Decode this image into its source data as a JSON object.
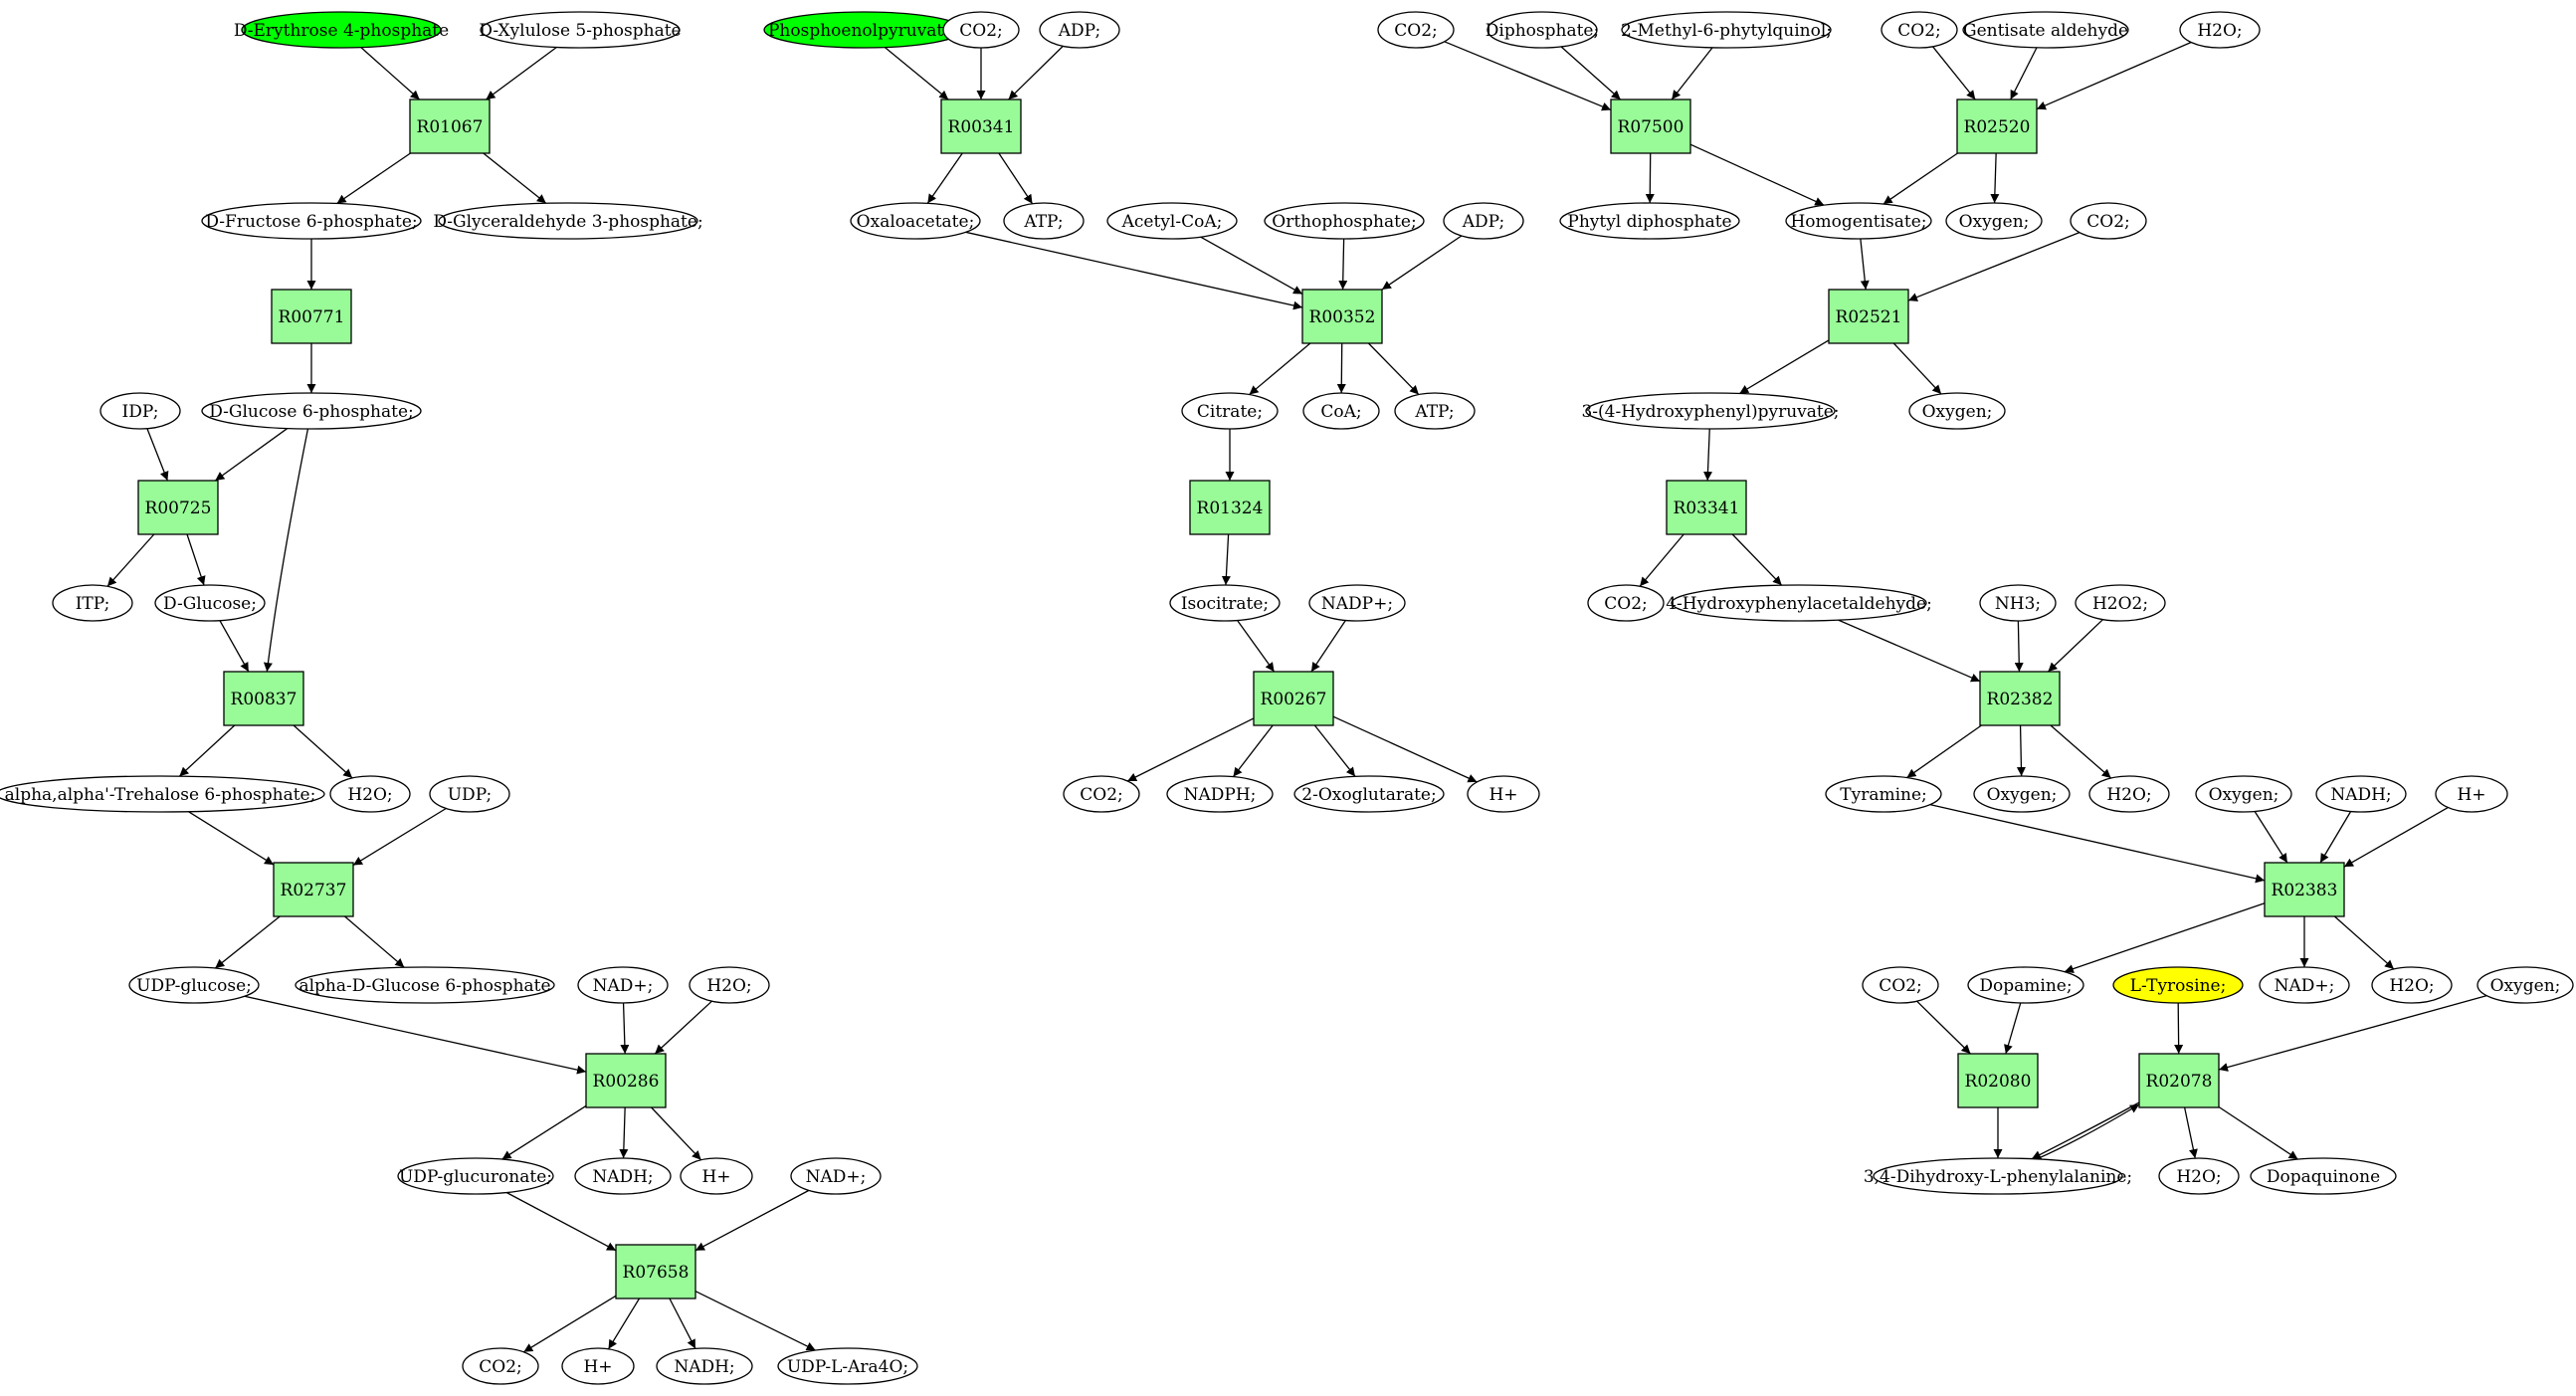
{
  "colors": {
    "reaction_fill": "#98fb98",
    "metabolite_fill": "#ffffff",
    "highlight_green": "#00ff00",
    "highlight_yellow": "#ffff00",
    "stroke": "#000000"
  },
  "nodes": [
    {
      "id": "m1",
      "label": "D-Erythrose 4-phosphate",
      "kind": "metabolite",
      "fill": "#00ff00"
    },
    {
      "id": "m2",
      "label": "D-Xylulose 5-phosphate",
      "kind": "metabolite"
    },
    {
      "id": "r1",
      "label": "R01067",
      "kind": "reaction"
    },
    {
      "id": "m3",
      "label": "D-Fructose 6-phosphate;",
      "kind": "metabolite"
    },
    {
      "id": "m4",
      "label": "D-Glyceraldehyde 3-phosphate;",
      "kind": "metabolite"
    },
    {
      "id": "r2",
      "label": "R00771",
      "kind": "reaction"
    },
    {
      "id": "m5",
      "label": "IDP;",
      "kind": "metabolite"
    },
    {
      "id": "m6",
      "label": "D-Glucose 6-phosphate;",
      "kind": "metabolite"
    },
    {
      "id": "r3",
      "label": "R00725",
      "kind": "reaction"
    },
    {
      "id": "m7",
      "label": "ITP;",
      "kind": "metabolite"
    },
    {
      "id": "m8",
      "label": "D-Glucose;",
      "kind": "metabolite"
    },
    {
      "id": "r4",
      "label": "R00837",
      "kind": "reaction"
    },
    {
      "id": "m9",
      "label": "alpha,alpha'-Trehalose 6-phosphate;",
      "kind": "metabolite"
    },
    {
      "id": "m10",
      "label": "H2O;",
      "kind": "metabolite"
    },
    {
      "id": "m11",
      "label": "UDP;",
      "kind": "metabolite"
    },
    {
      "id": "r5",
      "label": "R02737",
      "kind": "reaction"
    },
    {
      "id": "m12",
      "label": "UDP-glucose;",
      "kind": "metabolite"
    },
    {
      "id": "m13",
      "label": "alpha-D-Glucose 6-phosphate",
      "kind": "metabolite"
    },
    {
      "id": "m14",
      "label": "NAD+;",
      "kind": "metabolite"
    },
    {
      "id": "m15",
      "label": "H2O;",
      "kind": "metabolite"
    },
    {
      "id": "r6",
      "label": "R00286",
      "kind": "reaction"
    },
    {
      "id": "m16",
      "label": "UDP-glucuronate;",
      "kind": "metabolite"
    },
    {
      "id": "m17",
      "label": "NADH;",
      "kind": "metabolite"
    },
    {
      "id": "m18",
      "label": "H+",
      "kind": "metabolite"
    },
    {
      "id": "m19",
      "label": "NAD+;",
      "kind": "metabolite"
    },
    {
      "id": "r7",
      "label": "R07658",
      "kind": "reaction"
    },
    {
      "id": "m20",
      "label": "CO2;",
      "kind": "metabolite"
    },
    {
      "id": "m21",
      "label": "H+",
      "kind": "metabolite"
    },
    {
      "id": "m22",
      "label": "NADH;",
      "kind": "metabolite"
    },
    {
      "id": "m23",
      "label": "UDP-L-Ara4O;",
      "kind": "metabolite"
    },
    {
      "id": "m24",
      "label": "Phosphoenolpyruvate;",
      "kind": "metabolite",
      "fill": "#00ff00"
    },
    {
      "id": "m25",
      "label": "CO2;",
      "kind": "metabolite"
    },
    {
      "id": "m26",
      "label": "ADP;",
      "kind": "metabolite"
    },
    {
      "id": "r8",
      "label": "R00341",
      "kind": "reaction"
    },
    {
      "id": "m27",
      "label": "Oxaloacetate;",
      "kind": "metabolite"
    },
    {
      "id": "m28",
      "label": "ATP;",
      "kind": "metabolite"
    },
    {
      "id": "m29",
      "label": "Acetyl-CoA;",
      "kind": "metabolite"
    },
    {
      "id": "m30",
      "label": "Orthophosphate;",
      "kind": "metabolite"
    },
    {
      "id": "m31",
      "label": "ADP;",
      "kind": "metabolite"
    },
    {
      "id": "r9",
      "label": "R00352",
      "kind": "reaction"
    },
    {
      "id": "m32",
      "label": "Citrate;",
      "kind": "metabolite"
    },
    {
      "id": "m33",
      "label": "CoA;",
      "kind": "metabolite"
    },
    {
      "id": "m34",
      "label": "ATP;",
      "kind": "metabolite"
    },
    {
      "id": "r10",
      "label": "R01324",
      "kind": "reaction"
    },
    {
      "id": "m35",
      "label": "Isocitrate;",
      "kind": "metabolite"
    },
    {
      "id": "m36",
      "label": "NADP+;",
      "kind": "metabolite"
    },
    {
      "id": "r11",
      "label": "R00267",
      "kind": "reaction"
    },
    {
      "id": "m37",
      "label": "CO2;",
      "kind": "metabolite"
    },
    {
      "id": "m38",
      "label": "NADPH;",
      "kind": "metabolite"
    },
    {
      "id": "m39",
      "label": "2-Oxoglutarate;",
      "kind": "metabolite"
    },
    {
      "id": "m40",
      "label": "H+",
      "kind": "metabolite"
    },
    {
      "id": "m41",
      "label": "CO2;",
      "kind": "metabolite"
    },
    {
      "id": "m42",
      "label": "Diphosphate;",
      "kind": "metabolite"
    },
    {
      "id": "m43",
      "label": "2-Methyl-6-phytylquinol;",
      "kind": "metabolite"
    },
    {
      "id": "m44",
      "label": "CO2;",
      "kind": "metabolite"
    },
    {
      "id": "m45",
      "label": "Gentisate aldehyde",
      "kind": "metabolite"
    },
    {
      "id": "m46",
      "label": "H2O;",
      "kind": "metabolite"
    },
    {
      "id": "r12",
      "label": "R07500",
      "kind": "reaction"
    },
    {
      "id": "r13",
      "label": "R02520",
      "kind": "reaction"
    },
    {
      "id": "m47",
      "label": "Phytyl diphosphate",
      "kind": "metabolite"
    },
    {
      "id": "m48",
      "label": "Homogentisate;",
      "kind": "metabolite"
    },
    {
      "id": "m49",
      "label": "Oxygen;",
      "kind": "metabolite"
    },
    {
      "id": "m50",
      "label": "CO2;",
      "kind": "metabolite"
    },
    {
      "id": "r14",
      "label": "R02521",
      "kind": "reaction"
    },
    {
      "id": "m51",
      "label": "3-(4-Hydroxyphenyl)pyruvate;",
      "kind": "metabolite"
    },
    {
      "id": "m52",
      "label": "Oxygen;",
      "kind": "metabolite"
    },
    {
      "id": "r15",
      "label": "R03341",
      "kind": "reaction"
    },
    {
      "id": "m53",
      "label": "CO2;",
      "kind": "metabolite"
    },
    {
      "id": "m54",
      "label": "4-Hydroxyphenylacetaldehyde;",
      "kind": "metabolite"
    },
    {
      "id": "m55",
      "label": "NH3;",
      "kind": "metabolite"
    },
    {
      "id": "m56",
      "label": "H2O2;",
      "kind": "metabolite"
    },
    {
      "id": "r16",
      "label": "R02382",
      "kind": "reaction"
    },
    {
      "id": "m57",
      "label": "Tyramine;",
      "kind": "metabolite"
    },
    {
      "id": "m58",
      "label": "Oxygen;",
      "kind": "metabolite"
    },
    {
      "id": "m59",
      "label": "H2O;",
      "kind": "metabolite"
    },
    {
      "id": "m60",
      "label": "Oxygen;",
      "kind": "metabolite"
    },
    {
      "id": "m61",
      "label": "NADH;",
      "kind": "metabolite"
    },
    {
      "id": "m62",
      "label": "H+",
      "kind": "metabolite"
    },
    {
      "id": "r17",
      "label": "R02383",
      "kind": "reaction"
    },
    {
      "id": "m63",
      "label": "CO2;",
      "kind": "metabolite"
    },
    {
      "id": "m64",
      "label": "Dopamine;",
      "kind": "metabolite"
    },
    {
      "id": "m65",
      "label": "L-Tyrosine;",
      "kind": "metabolite",
      "fill": "#ffff00"
    },
    {
      "id": "m66",
      "label": "NAD+;",
      "kind": "metabolite"
    },
    {
      "id": "m67",
      "label": "H2O;",
      "kind": "metabolite"
    },
    {
      "id": "m68",
      "label": "Oxygen;",
      "kind": "metabolite"
    },
    {
      "id": "r18",
      "label": "R02080",
      "kind": "reaction"
    },
    {
      "id": "r19",
      "label": "R02078",
      "kind": "reaction"
    },
    {
      "id": "m69",
      "label": "3,4-Dihydroxy-L-phenylalanine;",
      "kind": "metabolite"
    },
    {
      "id": "m70",
      "label": "H2O;",
      "kind": "metabolite"
    },
    {
      "id": "m71",
      "label": "Dopaquinone",
      "kind": "metabolite"
    }
  ],
  "edges": [
    [
      "m1",
      "r1"
    ],
    [
      "m2",
      "r1"
    ],
    [
      "r1",
      "m3"
    ],
    [
      "r1",
      "m4"
    ],
    [
      "m3",
      "r2"
    ],
    [
      "r2",
      "m6"
    ],
    [
      "m5",
      "r3"
    ],
    [
      "m6",
      "r3"
    ],
    [
      "r3",
      "m7"
    ],
    [
      "r3",
      "m8"
    ],
    [
      "m8",
      "r4"
    ],
    [
      "m6",
      "r4"
    ],
    [
      "r4",
      "m9"
    ],
    [
      "r4",
      "m10"
    ],
    [
      "m9",
      "r5"
    ],
    [
      "m11",
      "r5"
    ],
    [
      "r5",
      "m12"
    ],
    [
      "r5",
      "m13"
    ],
    [
      "m12",
      "r6"
    ],
    [
      "m14",
      "r6"
    ],
    [
      "m15",
      "r6"
    ],
    [
      "r6",
      "m16"
    ],
    [
      "r6",
      "m17"
    ],
    [
      "r6",
      "m18"
    ],
    [
      "m16",
      "r7"
    ],
    [
      "m19",
      "r7"
    ],
    [
      "r7",
      "m20"
    ],
    [
      "r7",
      "m21"
    ],
    [
      "r7",
      "m22"
    ],
    [
      "r7",
      "m23"
    ],
    [
      "m24",
      "r8"
    ],
    [
      "m25",
      "r8"
    ],
    [
      "m26",
      "r8"
    ],
    [
      "r8",
      "m27"
    ],
    [
      "r8",
      "m28"
    ],
    [
      "m27",
      "r9"
    ],
    [
      "m29",
      "r9"
    ],
    [
      "m30",
      "r9"
    ],
    [
      "m31",
      "r9"
    ],
    [
      "r9",
      "m32"
    ],
    [
      "r9",
      "m33"
    ],
    [
      "r9",
      "m34"
    ],
    [
      "m32",
      "r10"
    ],
    [
      "r10",
      "m35"
    ],
    [
      "m35",
      "r11"
    ],
    [
      "m36",
      "r11"
    ],
    [
      "r11",
      "m37"
    ],
    [
      "r11",
      "m38"
    ],
    [
      "r11",
      "m39"
    ],
    [
      "r11",
      "m40"
    ],
    [
      "m41",
      "r12"
    ],
    [
      "m42",
      "r12"
    ],
    [
      "m43",
      "r12"
    ],
    [
      "m44",
      "r13"
    ],
    [
      "m45",
      "r13"
    ],
    [
      "m46",
      "r13"
    ],
    [
      "r12",
      "m47"
    ],
    [
      "r12",
      "m48"
    ],
    [
      "r13",
      "m48"
    ],
    [
      "r13",
      "m49"
    ],
    [
      "m48",
      "r14"
    ],
    [
      "m50",
      "r14"
    ],
    [
      "r14",
      "m51"
    ],
    [
      "r14",
      "m52"
    ],
    [
      "m51",
      "r15"
    ],
    [
      "r15",
      "m53"
    ],
    [
      "r15",
      "m54"
    ],
    [
      "m54",
      "r16"
    ],
    [
      "m55",
      "r16"
    ],
    [
      "m56",
      "r16"
    ],
    [
      "r16",
      "m57"
    ],
    [
      "r16",
      "m58"
    ],
    [
      "r16",
      "m59"
    ],
    [
      "m57",
      "r17"
    ],
    [
      "m60",
      "r17"
    ],
    [
      "m61",
      "r17"
    ],
    [
      "m62",
      "r17"
    ],
    [
      "r17",
      "m64"
    ],
    [
      "r17",
      "m66"
    ],
    [
      "r17",
      "m67"
    ],
    [
      "m63",
      "r18"
    ],
    [
      "m64",
      "r18"
    ],
    [
      "r18",
      "m69"
    ],
    [
      "m65",
      "r19"
    ],
    [
      "m68",
      "r19"
    ],
    [
      "m69",
      "r19"
    ],
    [
      "r19",
      "m69"
    ],
    [
      "r19",
      "m70"
    ],
    [
      "r19",
      "m71"
    ]
  ]
}
